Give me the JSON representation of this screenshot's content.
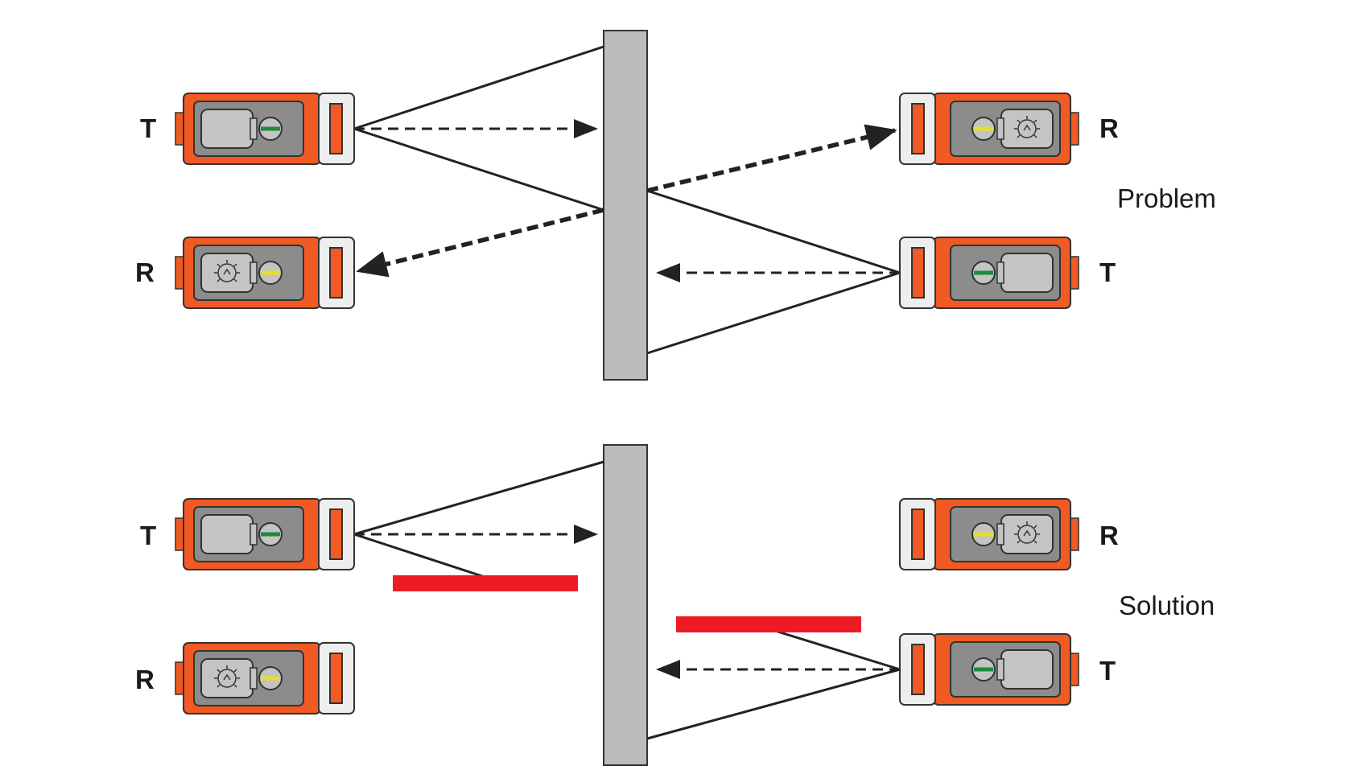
{
  "sections": {
    "problem": {
      "title": "Problem",
      "left_sensors": [
        "T",
        "R"
      ],
      "right_sensors": [
        "R",
        "T"
      ]
    },
    "solution": {
      "title": "Solution",
      "left_sensors": [
        "T",
        "R"
      ],
      "right_sensors": [
        "R",
        "T"
      ]
    }
  },
  "colors": {
    "sensor_body": "#f15a22",
    "sensor_window": "#8c8c8c",
    "sensor_cap": "#eeeeee",
    "reflector": "#bcbcbc",
    "shield": "#ed1c24",
    "emitter_indicator": "#1f8a3a",
    "receiver_indicator": "#e4e02a",
    "line": "#222222"
  },
  "icons": {
    "transmitter": "lamp-icon",
    "receiver": "receiver-eye-icon"
  }
}
